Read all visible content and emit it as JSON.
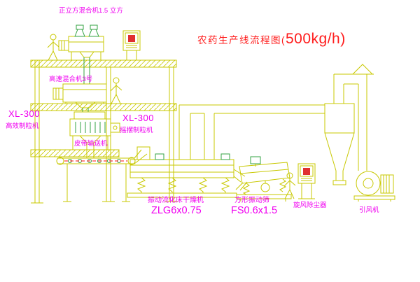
{
  "title": {
    "part1": "农药生产线流程图(",
    "part2": "500kg/h)"
  },
  "labels": {
    "cube_mixer": "正立方混合机1.5 立方",
    "high_speed_mixer": "高速混合机3号",
    "granulator_left_model": "XL-300",
    "granulator_left_name": "高效制粒机",
    "granulator_mid_model": "XL-300",
    "granulator_mid_name": "摇摆制粒机",
    "belt_conveyor": "皮带输送机",
    "dryer_name": "振动流化床干燥机",
    "dryer_model": "ZLG6x0.75",
    "screen_name": "方形振动筛",
    "screen_model": "FS0.6x1.5",
    "cyclone": "旋风除尘器",
    "fan": "引风机"
  },
  "colors": {
    "line_yellow": "#c8c800",
    "line_green": "#33a343",
    "label_magenta": "#f000f0",
    "title_red": "#ff1c1c",
    "panel_red": "#e03030",
    "dash_red": "#ff4040"
  }
}
